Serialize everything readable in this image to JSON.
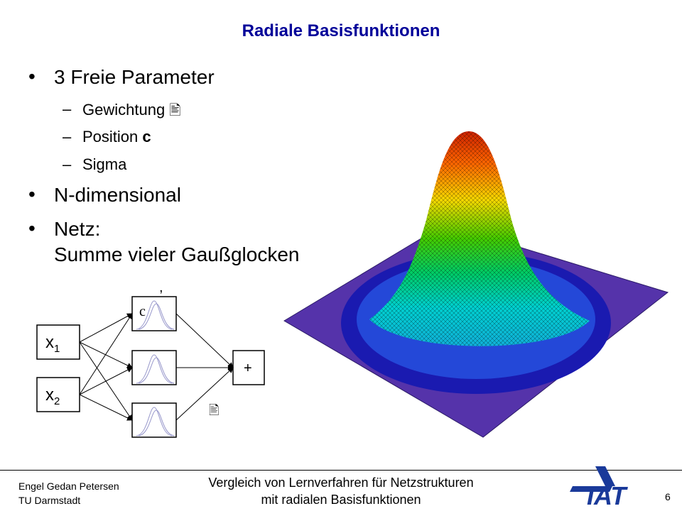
{
  "slide": {
    "title": "Radiale Basisfunktionen",
    "bullets": [
      {
        "text": "3 Freie Parameter"
      },
      {
        "text": "N-dimensional"
      },
      {
        "text": "Netz:",
        "text2": "Summe vieler Gaußglocken"
      }
    ],
    "sub_bullets": [
      {
        "text": "Gewichtung",
        "symbol": "🖹"
      },
      {
        "text": "Position",
        "bold": "c"
      },
      {
        "text": "Sigma",
        "symbol": ""
      }
    ],
    "bullet_glyph": "•",
    "dash_glyph": "–"
  },
  "diagram": {
    "input1": "x",
    "input1_sub": "1",
    "input2": "x",
    "input2_sub": "2",
    "sum_label": "+",
    "c_label": "c",
    "sigma_label": ",",
    "weight_label": "🖹"
  },
  "footer": {
    "authors": "Engel Gedan Petersen",
    "institution": "TU Darmstadt",
    "title_line1": "Vergleich von Lernverfahren für Netzstrukturen",
    "title_line2": "mit radialen Basisfunktionen",
    "page_number": "6",
    "logo_text": "IAT"
  },
  "colors": {
    "title": "#000099",
    "plot_base": "#5533aa"
  }
}
